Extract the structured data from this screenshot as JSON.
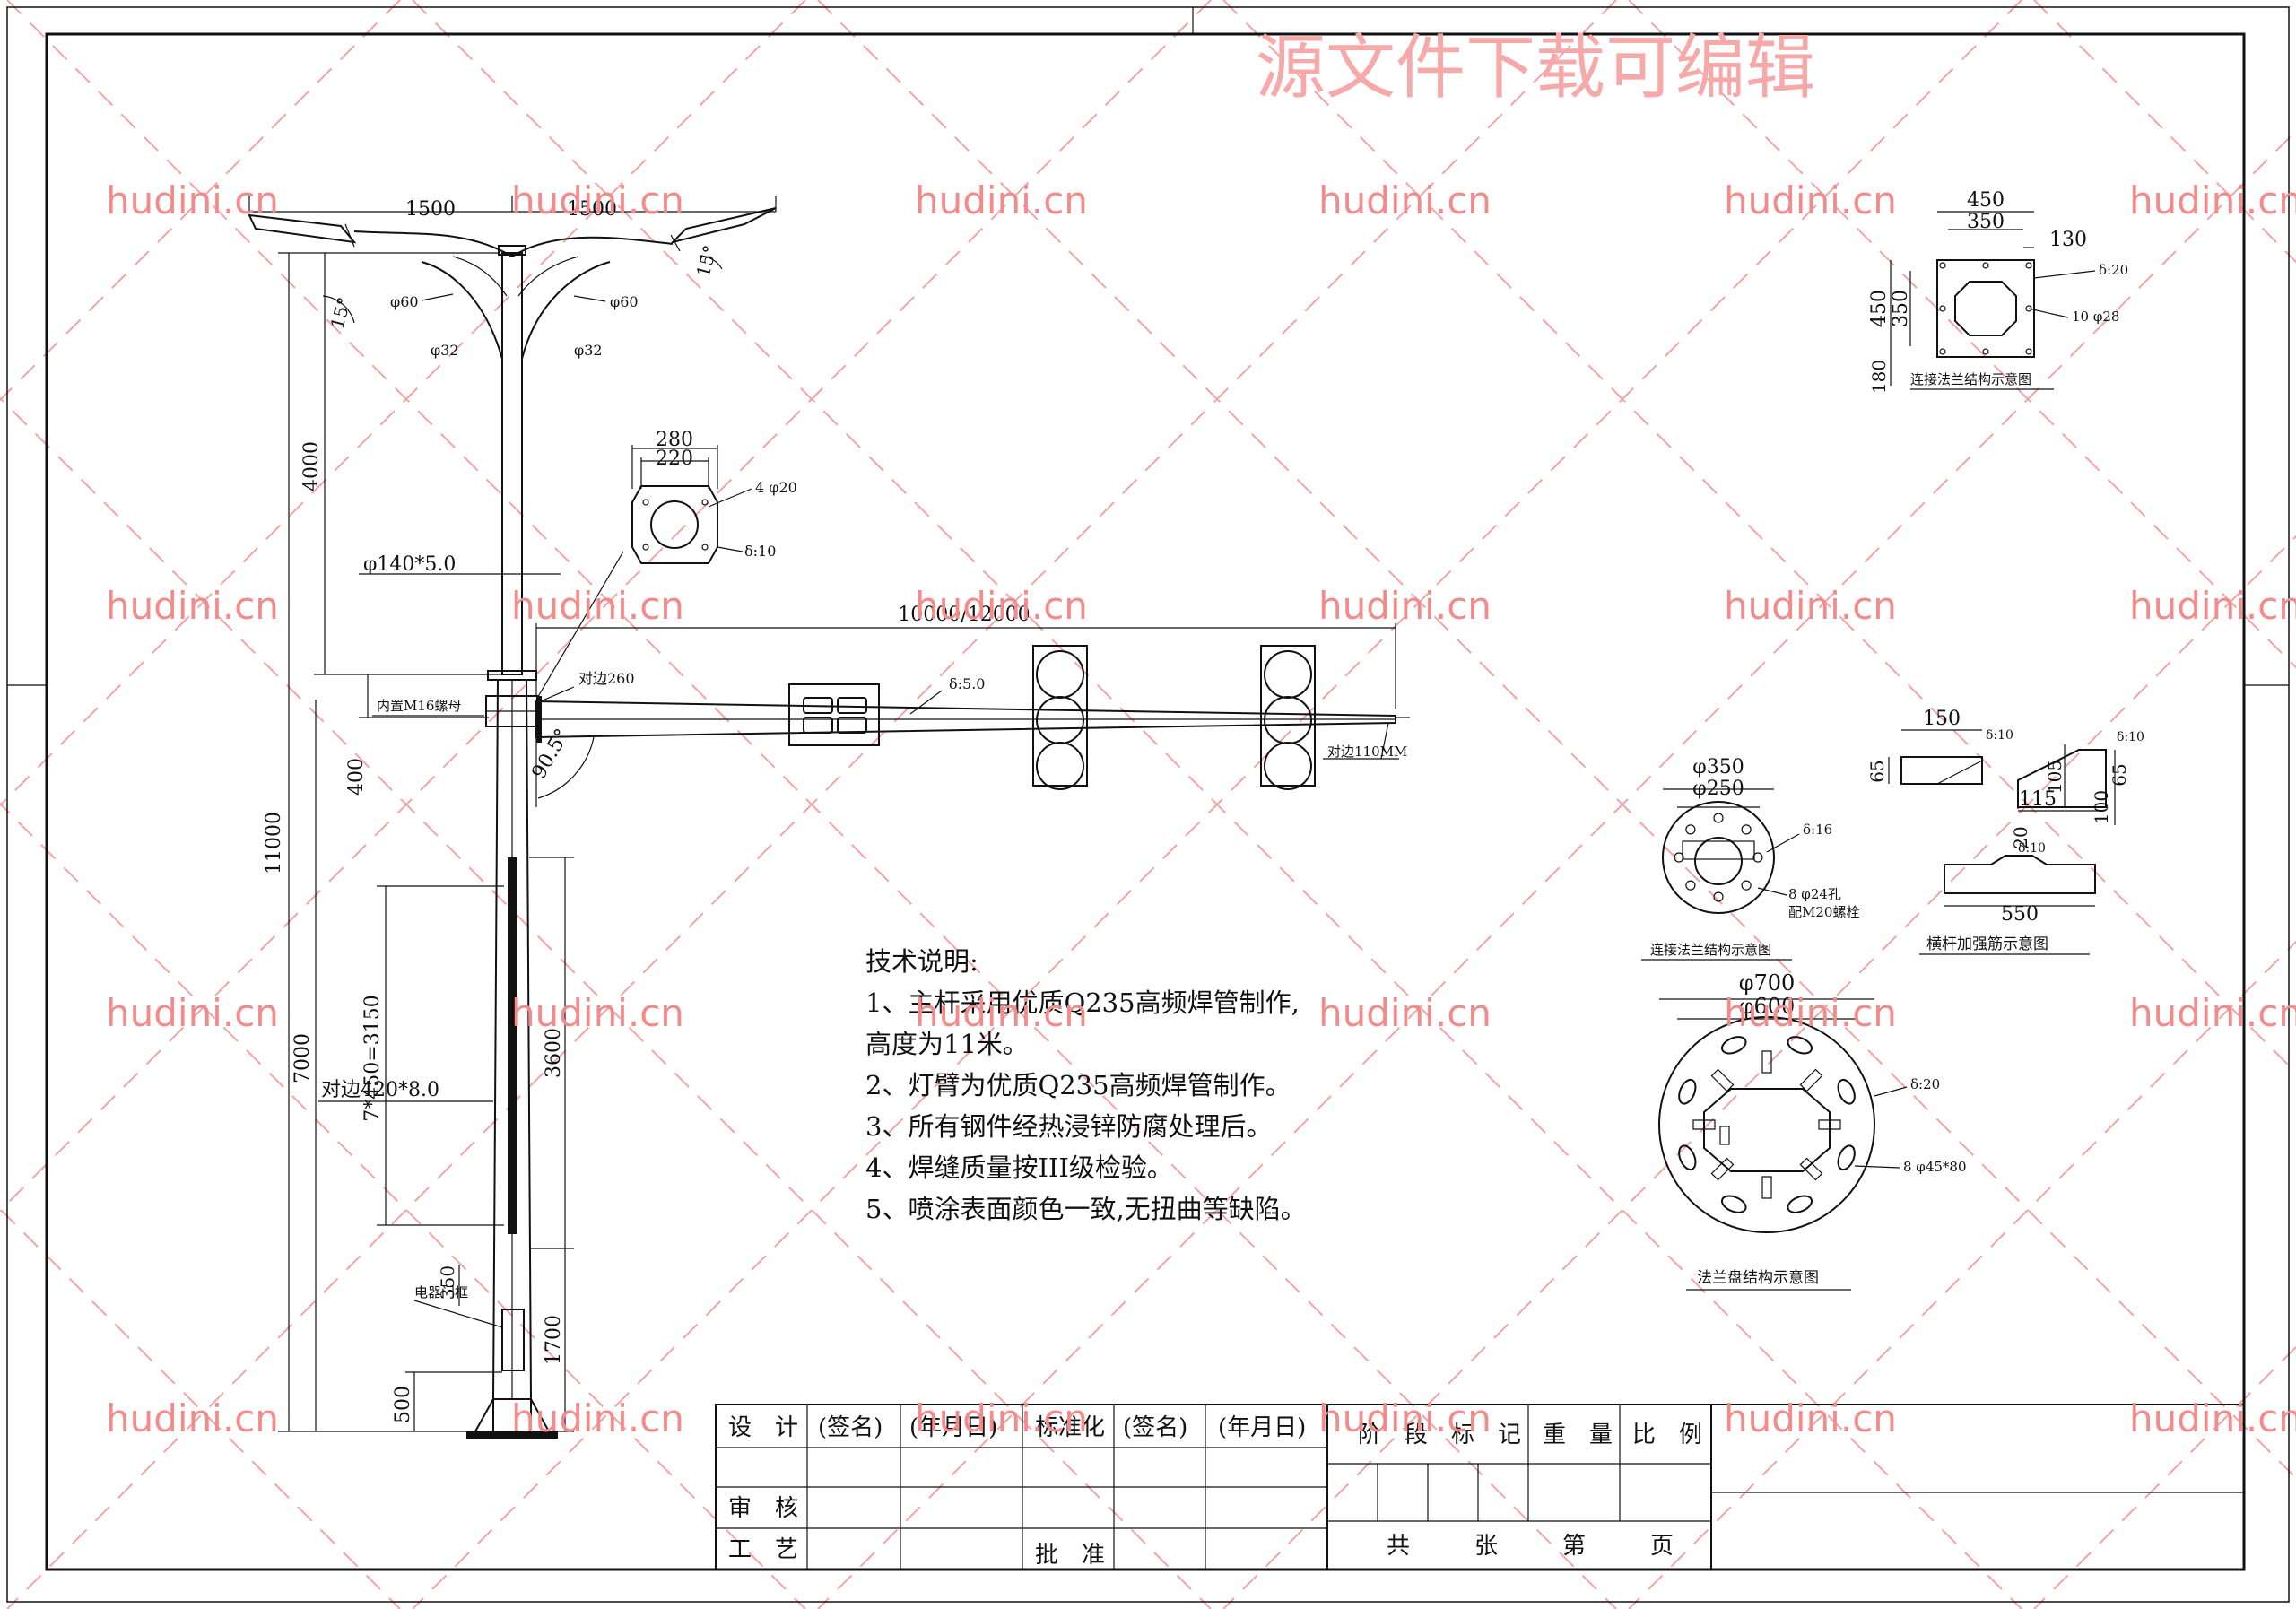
{
  "watermark": {
    "title": "源文件下载可编辑",
    "site": "hudini.cn"
  },
  "pole": {
    "arm_left": "1500",
    "arm_right": "1500",
    "tilt_left": "15°",
    "tilt_right": "15°",
    "arm_dia_left": "φ60",
    "arm_dia_right": "φ60",
    "brace_dia_left": "φ32",
    "brace_dia_right": "φ32",
    "upper_section": "4000",
    "upper_pipe": "φ140*5.0",
    "total_height": "11000",
    "bracket_offset": "400",
    "lower_height": "7000",
    "section_height": "3600",
    "base_height": "1700",
    "door_height": "500",
    "hole_spacing": "7*450=3150",
    "lower_pipe": "对边420*8.0",
    "door_label": "电器门框",
    "door_size": "350",
    "nut_label": "内置M16螺母"
  },
  "cross_arm": {
    "length": "10000/12000",
    "plate_thk": "δ:5.0",
    "root_size": "对边260",
    "tip_size": "对边110MM",
    "angle": "90.5°"
  },
  "arm_flange": {
    "outer": "280",
    "inner": "220",
    "holes": "4 φ20",
    "thk": "δ:10"
  },
  "top_flange": {
    "w1": "450",
    "w2": "350",
    "w3": "130",
    "h1": "450",
    "h2": "350",
    "h3": "180",
    "thk": "δ:20",
    "holes": "10 φ28",
    "caption": "连接法兰结构示意图"
  },
  "mid_flange": {
    "d1": "φ350",
    "d2": "φ250",
    "thk": "δ:16",
    "holes": "8 φ24孔",
    "bolts": "配M20螺栓",
    "caption": "连接法兰结构示意图"
  },
  "base_flange": {
    "d1": "φ700",
    "d2": "φ600",
    "thk": "δ:20",
    "holes": "8 φ45*80",
    "caption": "法兰盘结构示意图"
  },
  "rib": {
    "a_w": "150",
    "a_h": "65",
    "a_thk": "δ:10",
    "b_w": "115",
    "b_h1": "105",
    "b_h2": "65",
    "b_h3": "100",
    "b_thk": "δ:10",
    "c_h": "20",
    "c_w": "550",
    "c_thk": "δ:10",
    "caption": "横杆加强筋示意图"
  },
  "notes": {
    "title": "技术说明:",
    "lines": [
      "1、主杆采用优质Q235高频焊管制作,",
      "高度为11米。",
      "2、灯臂为优质Q235高频焊管制作。",
      "3、所有钢件经热浸锌防腐处理后。",
      "4、焊缝质量按III级检验。",
      "5、喷涂表面颜色一致,无扭曲等缺陷。"
    ]
  },
  "title_block": {
    "design": "设　计",
    "sign1": "(签名)",
    "date1": "(年月日)",
    "standard": "标准化",
    "sign2": "(签名)",
    "date2": "(年月日)",
    "review": "审　核",
    "process": "工　艺",
    "approve": "批　准",
    "stage_mark": "阶　段　标　记",
    "weight": "重　量",
    "scale": "比　例",
    "total": "共",
    "sheets": "张",
    "num": "第",
    "page": "页"
  }
}
